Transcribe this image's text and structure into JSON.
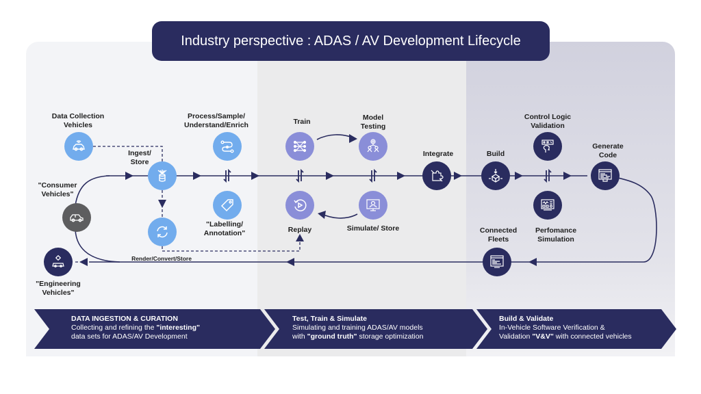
{
  "title": "Industry perspective : ADAS / AV Development Lifecycle",
  "colors": {
    "navy": "#2a2c5f",
    "light_blue": "#72aced",
    "lavender": "#8a8ed8",
    "gray": "#5d5d5f",
    "panel_1": "#f3f4f7",
    "panel_2": "#ebebec",
    "panel_3": "#d1d1de"
  },
  "nodes": {
    "data_collection": {
      "label_1": "Data Collection",
      "label_2": "Vehicles",
      "icon": "connected-car-icon"
    },
    "ingest": {
      "label_1": "Ingest/",
      "label_2": "Store",
      "icon": "database-icon"
    },
    "process": {
      "label_1": "Process/Sample/",
      "label_2": "Understand/Enrich",
      "icon": "workflow-icon"
    },
    "labelling": {
      "label_1": "\"Labelling/",
      "label_2": "Annotation\"",
      "icon": "tag-icon"
    },
    "render": {
      "label": "Render/Convert/Store",
      "icon": "sync-icon"
    },
    "consumer": {
      "label_1": "\"Consumer",
      "label_2": "Vehicles\"",
      "icon": "car-icon"
    },
    "engineering": {
      "label_1": "\"Engineering",
      "label_2": "Vehicles\"",
      "icon": "engineering-cars-icon"
    },
    "train": {
      "label": "Train",
      "icon": "neural-network-icon"
    },
    "model_testing": {
      "label_1": "Model",
      "label_2": "Testing",
      "icon": "decision-tree-icon"
    },
    "replay": {
      "label": "Replay",
      "icon": "replay-icon"
    },
    "simulate": {
      "label": "Simulate/ Store",
      "icon": "simulation-monitor-icon"
    },
    "integrate": {
      "label": "Integrate",
      "icon": "puzzle-icon"
    },
    "build": {
      "label": "Build",
      "icon": "build-box-icon"
    },
    "control_logic": {
      "label_1": "Control Logic",
      "label_2": "Validation",
      "icon": "logic-head-icon"
    },
    "generate_code": {
      "label_1": "Generate",
      "label_2": "Code",
      "icon": "code-window-icon"
    },
    "performance": {
      "label_1": "Perfomance",
      "label_2": "Simulation",
      "icon": "dashboard-icon"
    },
    "connected_fleets": {
      "label_1": "Connected",
      "label_2": "Fleets",
      "icon": "code-monitor-icon"
    }
  },
  "phases": [
    {
      "heading": "DATA INGESTION & CURATION",
      "line_1_pre": "Collecting and refining the ",
      "line_1_bold": "\"interesting\"",
      "line_1_post": "",
      "line_2_pre": "data sets for ADAS/AV Development",
      "line_2_bold": "",
      "line_2_post": ""
    },
    {
      "heading": "Test, Train & Simulate",
      "line_1_pre": "Simulating and training ADAS/AV models",
      "line_1_bold": "",
      "line_1_post": "",
      "line_2_pre": "with ",
      "line_2_bold": "\"ground truth\"",
      "line_2_post": " storage optimization"
    },
    {
      "heading": "Build & Validate",
      "line_1_pre": "In-Vehicle Software Verification &",
      "line_1_bold": "",
      "line_1_post": "",
      "line_2_pre": "Validation ",
      "line_2_bold": "\"V&V\"",
      "line_2_post": " with connected vehicles"
    }
  ]
}
